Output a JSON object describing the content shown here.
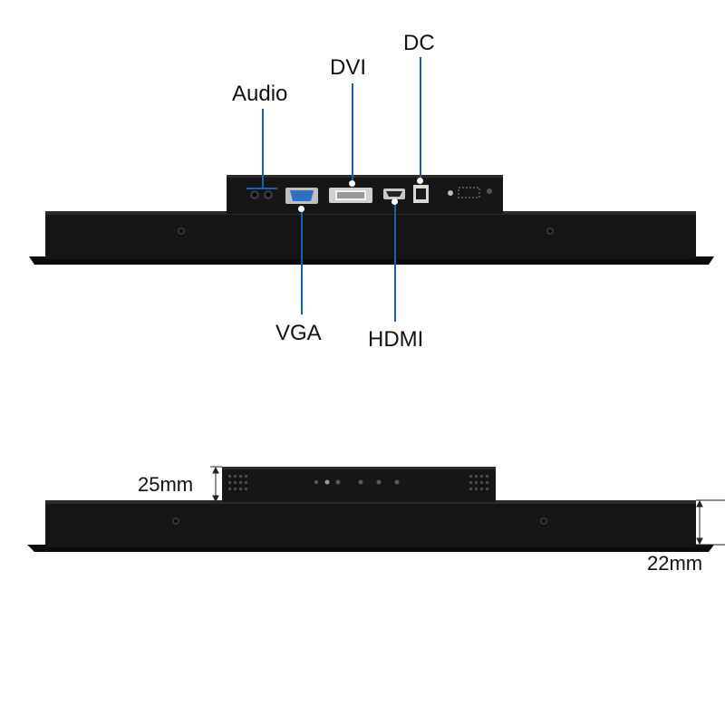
{
  "ports": {
    "audio": "Audio",
    "dvi": "DVI",
    "dc": "DC",
    "vga": "VGA",
    "hdmi": "HDMI"
  },
  "dimensions": {
    "box_depth": "25mm",
    "frame_depth": "22mm"
  },
  "colors": {
    "leader_line": "#1b5fb0",
    "housing": "#121212",
    "vga_connector": "#2f6fc4",
    "background": "#ffffff"
  }
}
